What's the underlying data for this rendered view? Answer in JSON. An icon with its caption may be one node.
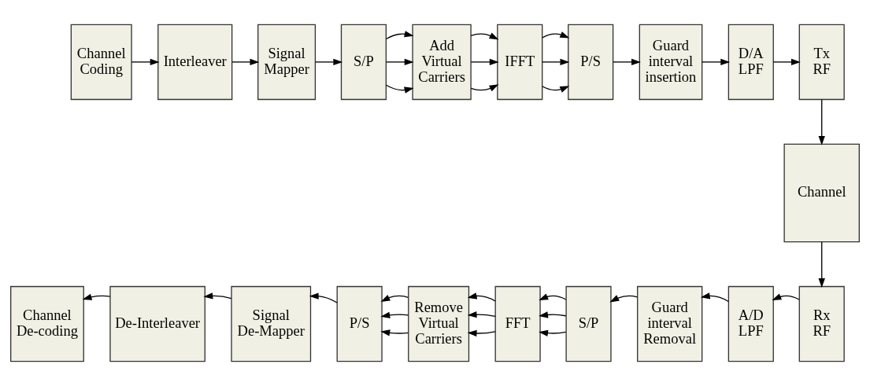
{
  "diagram": {
    "nodes": [
      {
        "text": [
          "Channel Coding"
        ]
      },
      {
        "text": [
          "Interleaver"
        ]
      },
      {
        "text": [
          "Signal Mapper"
        ]
      },
      {
        "text": [
          "S/P"
        ]
      },
      {
        "text": [
          "Add Virtual Carriers"
        ]
      },
      {
        "text": [
          "IFFT"
        ]
      },
      {
        "text": [
          "P/S"
        ]
      },
      {
        "text": [
          "Guard interval insertion"
        ]
      },
      {
        "text": [
          "D/A LPF"
        ]
      },
      {
        "text": [
          "Tx RF"
        ]
      },
      {
        "text": [
          "Channel"
        ]
      },
      {
        "text": [
          "Rx RF"
        ]
      },
      {
        "text": [
          "A/D LPF"
        ]
      },
      {
        "text": [
          "Guard interval Removal"
        ]
      },
      {
        "text": [
          "S/P"
        ]
      },
      {
        "text": [
          "FFT"
        ]
      },
      {
        "text": [
          "Remove Virtual Carriers"
        ]
      },
      {
        "text": [
          "P/S"
        ]
      },
      {
        "text": [
          "Signal De-Mapper"
        ]
      },
      {
        "text": [
          "De-Interleaver"
        ]
      },
      {
        "text": [
          "Channel De-coding"
        ]
      }
    ],
    "edges": [
      {
        "from": 0,
        "to": 1,
        "arrow": "to"
      },
      {
        "from": 1,
        "to": 2,
        "arrow": "to"
      },
      {
        "from": 2,
        "to": 3,
        "arrow": "to"
      },
      {
        "from": 3,
        "to": 4,
        "arrow": "to"
      },
      {
        "from": 3,
        "to": 4,
        "arrow": "to"
      },
      {
        "from": 3,
        "to": 4,
        "arrow": "to"
      },
      {
        "from": 4,
        "to": 5,
        "arrow": "to"
      },
      {
        "from": 4,
        "to": 5,
        "arrow": "to"
      },
      {
        "from": 4,
        "to": 5,
        "arrow": "to"
      },
      {
        "from": 5,
        "to": 6,
        "arrow": "to"
      },
      {
        "from": 5,
        "to": 6,
        "arrow": "to"
      },
      {
        "from": 5,
        "to": 6,
        "arrow": "to"
      },
      {
        "from": 6,
        "to": 7,
        "arrow": "to"
      },
      {
        "from": 7,
        "to": 8,
        "arrow": "to"
      },
      {
        "from": 8,
        "to": 9,
        "arrow": "to"
      },
      {
        "from": 9,
        "to": 10,
        "arrow": "to"
      },
      {
        "from": 10,
        "to": 11,
        "arrow": "to"
      },
      {
        "from": 11,
        "to": 12,
        "arrow": "to"
      },
      {
        "from": 12,
        "to": 13,
        "arrow": "to"
      },
      {
        "from": 13,
        "to": 14,
        "arrow": "to"
      },
      {
        "from": 14,
        "to": 15,
        "arrow": "to"
      },
      {
        "from": 14,
        "to": 15,
        "arrow": "to"
      },
      {
        "from": 14,
        "to": 15,
        "arrow": "to"
      },
      {
        "from": 15,
        "to": 16,
        "arrow": "to"
      },
      {
        "from": 15,
        "to": 16,
        "arrow": "to"
      },
      {
        "from": 15,
        "to": 16,
        "arrow": "to"
      },
      {
        "from": 16,
        "to": 17,
        "arrow": "to"
      },
      {
        "from": 16,
        "to": 17,
        "arrow": "to"
      },
      {
        "from": 16,
        "to": 17,
        "arrow": "to"
      },
      {
        "from": 17,
        "to": 18,
        "arrow": "to"
      },
      {
        "from": 18,
        "to": 19,
        "arrow": "to"
      },
      {
        "from": 19,
        "to": 20,
        "arrow": "to"
      }
    ]
  }
}
